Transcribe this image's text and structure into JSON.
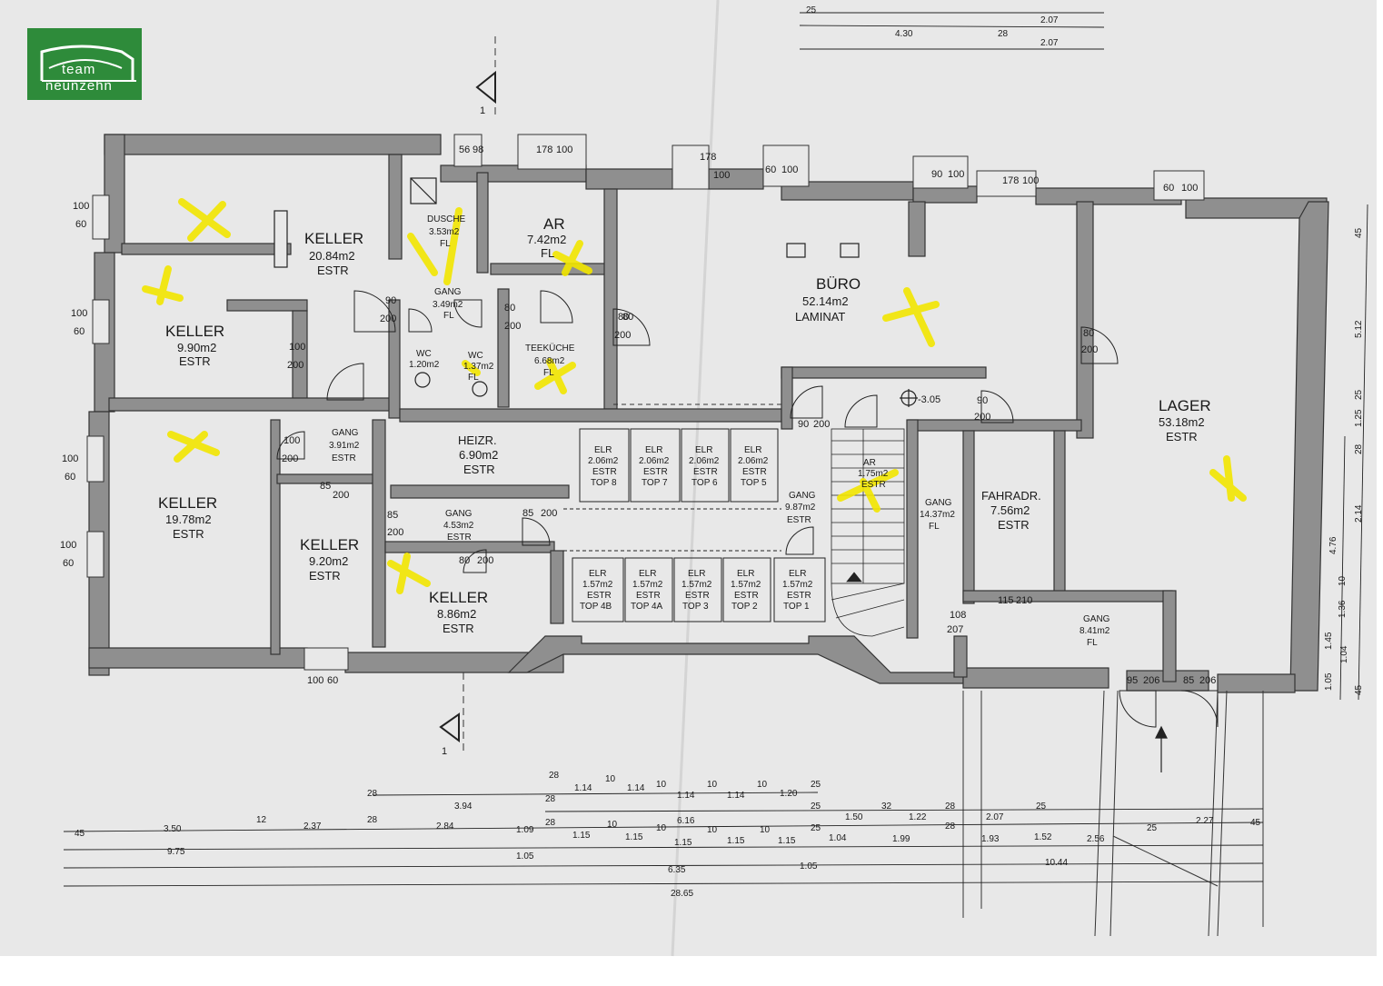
{
  "logo": {
    "line1": "team",
    "line2": "neunzehn"
  },
  "colors": {
    "wall": "#8f8f8f",
    "paper": "#e9e9e9",
    "ink": "#1a1a1a",
    "mark": "#f2e600",
    "logo_bg": "#2e8b3a"
  },
  "section_marks": [
    "1",
    "1"
  ],
  "level_marker": "-3.05",
  "rooms": {
    "keller1": {
      "name": "KELLER",
      "area": "20.84m2",
      "floor": "ESTR"
    },
    "keller2": {
      "name": "KELLER",
      "area": "9.90m2",
      "floor": "ESTR"
    },
    "keller3": {
      "name": "KELLER",
      "area": "19.78m2",
      "floor": "ESTR"
    },
    "keller4": {
      "name": "KELLER",
      "area": "9.20m2",
      "floor": "ESTR"
    },
    "keller5": {
      "name": "KELLER",
      "area": "8.86m2",
      "floor": "ESTR"
    },
    "dusche": {
      "name": "DUSCHE",
      "area": "3.53m2",
      "floor": "FL"
    },
    "gang1": {
      "name": "GANG",
      "area": "3.49m2",
      "floor": "FL"
    },
    "wc1": {
      "name": "WC",
      "area": "1.20m2"
    },
    "wc2": {
      "name": "WC",
      "area": "1.37m2",
      "floor": "FL"
    },
    "ar1": {
      "name": "AR",
      "area": "7.42m2",
      "floor": "FL"
    },
    "teekueche": {
      "name": "TEEKÜCHE",
      "area": "6.68m2",
      "floor": "FL"
    },
    "buero": {
      "name": "BÜRO",
      "area": "52.14m2",
      "floor": "LAMINAT"
    },
    "lager": {
      "name": "LAGER",
      "area": "53.18m2",
      "floor": "ESTR"
    },
    "gang2": {
      "name": "GANG",
      "area": "3.91m2",
      "floor": "ESTR"
    },
    "heizr": {
      "name": "HEIZR.",
      "area": "6.90m2",
      "floor": "ESTR"
    },
    "gang3": {
      "name": "GANG",
      "area": "4.53m2",
      "floor": "ESTR"
    },
    "gang4": {
      "name": "GANG",
      "area": "9.87m2",
      "floor": "ESTR"
    },
    "ar2": {
      "name": "AR",
      "area": "1.75m2",
      "floor": "ESTR"
    },
    "gang5": {
      "name": "GANG",
      "area": "14.37m2",
      "floor": "FL"
    },
    "fahrad": {
      "name": "FAHRADR.",
      "area": "7.56m2",
      "floor": "ESTR"
    },
    "gang6": {
      "name": "GANG",
      "area": "8.41m2",
      "floor": "FL"
    }
  },
  "elr_top": [
    {
      "name": "ELR",
      "area": "2.06m2",
      "floor": "ESTR",
      "top": "TOP 8"
    },
    {
      "name": "ELR",
      "area": "2.06m2",
      "floor": "ESTR",
      "top": "TOP 7"
    },
    {
      "name": "ELR",
      "area": "2.06m2",
      "floor": "ESTR",
      "top": "TOP 6"
    },
    {
      "name": "ELR",
      "area": "2.06m2",
      "floor": "ESTR",
      "top": "TOP 5"
    }
  ],
  "elr_bottom": [
    {
      "name": "ELR",
      "area": "1.57m2",
      "floor": "ESTR",
      "top": "TOP 4B"
    },
    {
      "name": "ELR",
      "area": "1.57m2",
      "floor": "ESTR",
      "top": "TOP 4A"
    },
    {
      "name": "ELR",
      "area": "1.57m2",
      "floor": "ESTR",
      "top": "TOP 3"
    },
    {
      "name": "ELR",
      "area": "1.57m2",
      "floor": "ESTR",
      "top": "TOP 2"
    },
    {
      "name": "ELR",
      "area": "1.57m2",
      "floor": "ESTR",
      "top": "TOP 1"
    }
  ],
  "openings": {
    "win_l1": [
      "100",
      "60"
    ],
    "win_l2": [
      "100",
      "60"
    ],
    "win_l3": [
      "100",
      "60"
    ],
    "win_l4": [
      "100",
      "60"
    ],
    "win_bottom": [
      "100",
      "60"
    ],
    "d_keller2": [
      "100",
      "200"
    ],
    "d_gang1": [
      "90",
      "200"
    ],
    "d_gang1b": [
      "80",
      "200"
    ],
    "d_ar": [
      "80",
      "200"
    ],
    "d_buero": [
      "80",
      "200"
    ],
    "d_lager": [
      "80",
      "200"
    ],
    "d_gang4": [
      "90",
      "200"
    ],
    "d_gang2": [
      "100",
      "200"
    ],
    "d_keller4": [
      "85",
      "200"
    ],
    "d_gang3": [
      "85",
      "200"
    ],
    "d_keller5": [
      "80",
      "200"
    ],
    "d_fahrad": [
      "115",
      "210"
    ],
    "d_gang6": [
      "108",
      "207"
    ],
    "d_exit1": [
      "95",
      "206"
    ],
    "d_exit2": [
      "85",
      "206"
    ],
    "d_stair": [
      "90",
      "200"
    ],
    "d_heizr": [
      "85",
      "200"
    ],
    "top_w1": [
      "56",
      "98"
    ],
    "top_w2": [
      "178",
      "100"
    ],
    "top_w3": [
      "178",
      "100"
    ],
    "top_w4": [
      "60",
      "100"
    ],
    "top_w5": [
      "90",
      "100"
    ],
    "top_w6": [
      "178",
      "100"
    ],
    "top_w7": [
      "60",
      "100"
    ]
  },
  "dims_top": [
    "25",
    "2.07",
    "4.30",
    "28",
    "2.07"
  ],
  "dims_right": [
    "5.12",
    "25",
    "1.25",
    "28",
    "2.14",
    "4.76",
    "10",
    "1.36",
    "1.45",
    "1.04",
    "1.05",
    "45",
    "45"
  ],
  "dims_bottom": {
    "row1": [
      "28",
      "1.14",
      "10",
      "1.14",
      "10",
      "1.14",
      "10",
      "1.14",
      "10",
      "1.20",
      "25"
    ],
    "row2": [
      "28",
      "3.94",
      "28",
      "6.16",
      "25",
      "1.50",
      "32",
      "1.22",
      "28",
      "2.07",
      "25"
    ],
    "row3": [
      "45",
      "3.50",
      "12",
      "2.37",
      "28",
      "2.84",
      "1.09",
      "28",
      "1.15",
      "10",
      "1.15",
      "10",
      "1.15",
      "10",
      "1.15",
      "10",
      "1.15",
      "25",
      "1.04",
      "1.99",
      "28",
      "1.93",
      "1.52",
      "2.56",
      "25",
      "2.27",
      "45"
    ],
    "row4": [
      "9.75",
      "1.05",
      "6.35",
      "1.05",
      "10.44"
    ],
    "row5": [
      "28.65"
    ]
  }
}
